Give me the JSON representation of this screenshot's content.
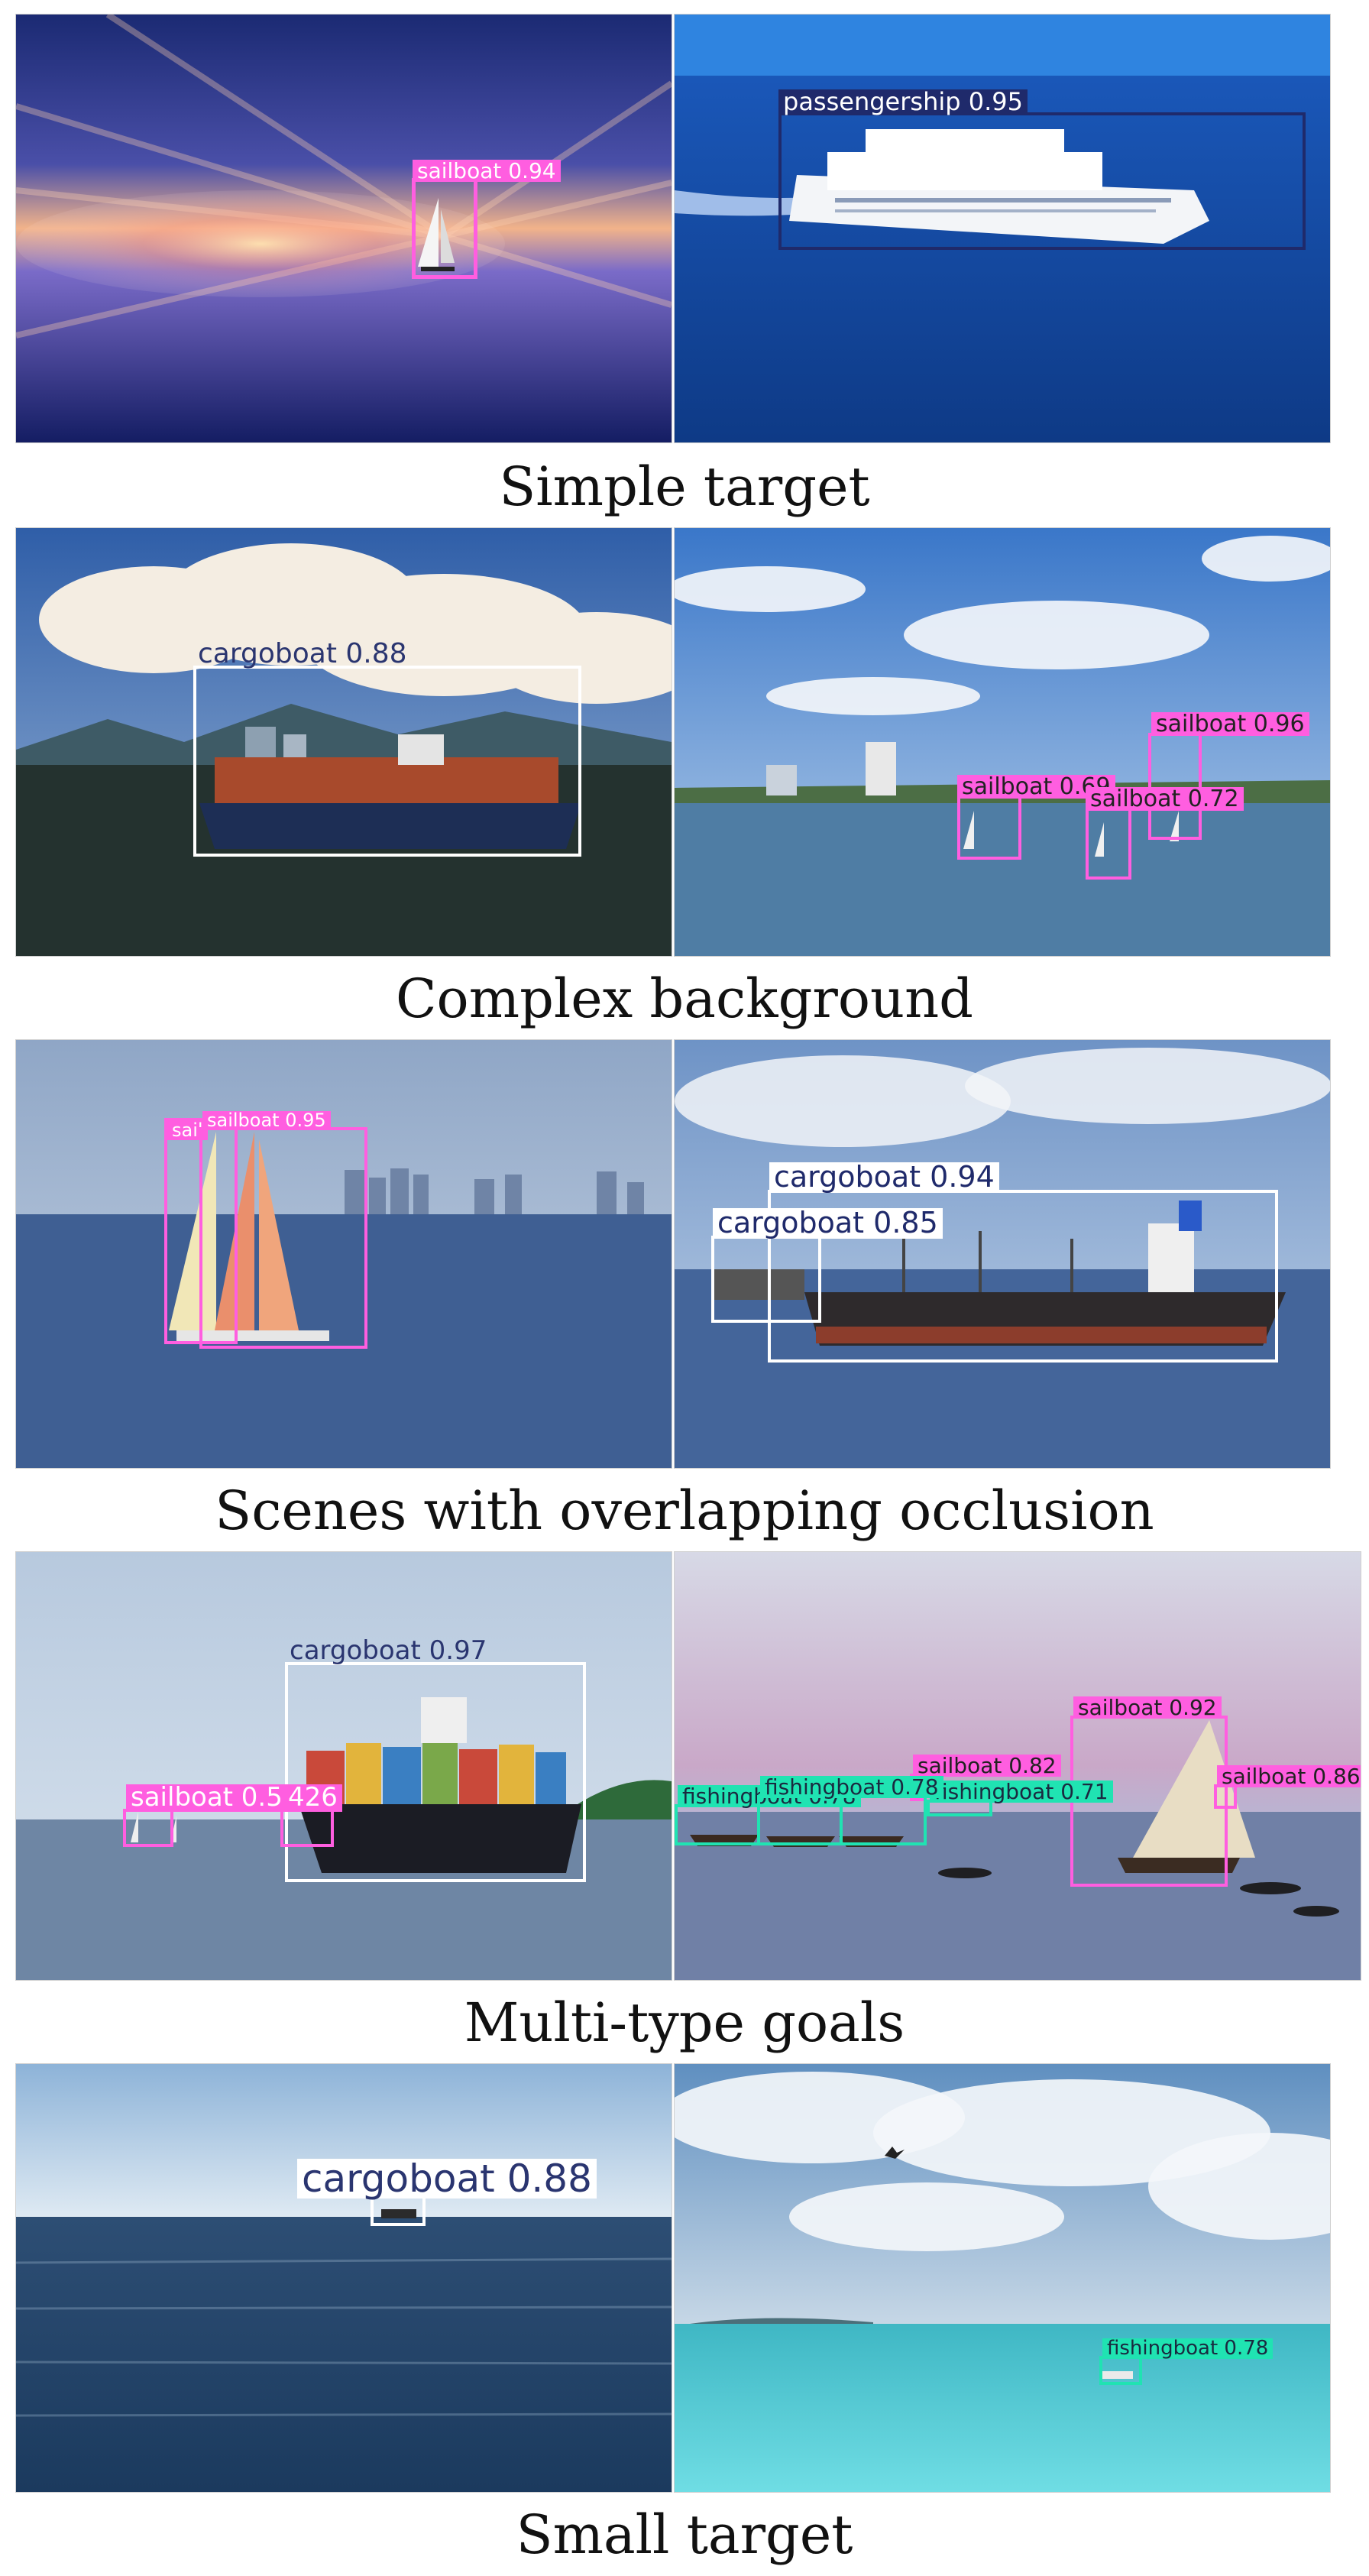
{
  "figure": {
    "rows": [
      {
        "caption": "Simple target",
        "panels": [
          {
            "scene": "sunset-sailboat-sea",
            "detections": [
              {
                "label": "sailboat 0.94",
                "color": "#ff5ee0"
              }
            ]
          },
          {
            "scene": "cruise-ship-ocean",
            "detections": [
              {
                "label": "passengership 0.95",
                "color": "#1f2a6b"
              }
            ]
          }
        ]
      },
      {
        "caption": "Complex background",
        "panels": [
          {
            "scene": "cargo-ship-harbor-city",
            "detections": [
              {
                "label": "cargoboat 0.88",
                "color": "#ffffff"
              }
            ]
          },
          {
            "scene": "sailboats-bay-city",
            "detections": [
              {
                "label": "sailboat 0.96",
                "color": "#ff5ee0"
              },
              {
                "label": "sailboat 0.69",
                "color": "#ff5ee0"
              },
              {
                "label": "sailboat 0.72",
                "color": "#ff5ee0"
              }
            ]
          }
        ]
      },
      {
        "caption": "Scenes with overlapping occlusion",
        "panels": [
          {
            "scene": "overlapping-sailboats-city",
            "detections": [
              {
                "label": "sailboat 0.95",
                "color": "#ff5ee0"
              },
              {
                "label": "sail",
                "color": "#ff5ee0"
              }
            ]
          },
          {
            "scene": "overlapping-cargo-ships",
            "detections": [
              {
                "label": "cargoboat 0.94",
                "color": "#ffffff"
              },
              {
                "label": "cargoboat 0.85",
                "color": "#ffffff"
              }
            ]
          }
        ]
      },
      {
        "caption": "Multi-type goals",
        "panels": [
          {
            "scene": "container-ship-and-sailboats",
            "detections": [
              {
                "label": "cargoboat 0.97",
                "color": "#ffffff"
              },
              {
                "label": "sailboat 0.5",
                "color": "#ff5ee0"
              },
              {
                "label": "426",
                "color": "#ff5ee0"
              }
            ]
          },
          {
            "scene": "fishing-boats-dhow-dusk",
            "detections": [
              {
                "label": "sailboat 0.92",
                "color": "#ff5ee0"
              },
              {
                "label": "sailboat 0.82",
                "color": "#ff5ee0"
              },
              {
                "label": "sailboat 0.86",
                "color": "#ff5ee0"
              },
              {
                "label": "fishingboat 0.78",
                "color": "#20e3b2"
              },
              {
                "label": "fishingboat 0.71",
                "color": "#20e3b2"
              },
              {
                "label": "fishingboat 0.78",
                "color": "#20e3b2"
              }
            ]
          }
        ]
      },
      {
        "caption": "Small target",
        "panels": [
          {
            "scene": "open-sea-distant-cargo",
            "detections": [
              {
                "label": "cargoboat 0.88",
                "color": "#ffffff"
              }
            ]
          },
          {
            "scene": "turquoise-sea-clouds-fishingboat",
            "detections": [
              {
                "label": "fishingboat 0.78",
                "color": "#20e3b2"
              }
            ]
          }
        ]
      }
    ]
  }
}
